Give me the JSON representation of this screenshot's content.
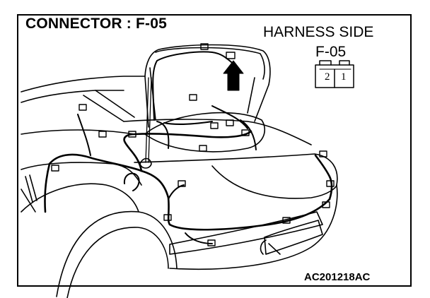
{
  "header": {
    "title": "CONNECTOR : F-05"
  },
  "connector_view": {
    "side_label": "HARNESS SIDE",
    "connector_id": "F-05",
    "pins": [
      "2",
      "1"
    ]
  },
  "figure_code": "AC201218AC",
  "colors": {
    "line": "#000000",
    "background": "#ffffff"
  },
  "icons": [
    "location-arrow-icon",
    "connector-face-icon"
  ]
}
